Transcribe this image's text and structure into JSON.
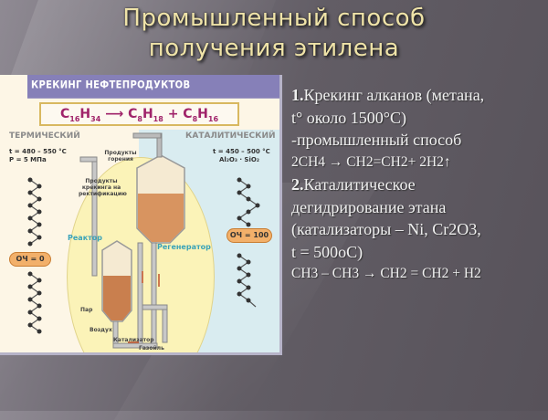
{
  "slide": {
    "title_line1": "Промышленный способ",
    "title_line2": "получения этилена"
  },
  "diagram": {
    "header": "КРЕКИНГ НЕФТЕПРОДУКТОВ",
    "equation": {
      "r1": "C",
      "r1_sub1": "16",
      "r1_h": "H",
      "r1_sub2": "34",
      "arrow": "⟶",
      "p1": "C",
      "p1_sub1": "8",
      "p1_h": "H",
      "p1_sub2": "18",
      "plus": "+",
      "p2": "C",
      "p2_sub1": "8",
      "p2_h": "H",
      "p2_sub2": "16"
    },
    "thermal": {
      "label": "ТЕРМИЧЕСКИЙ",
      "temp": "t = 480 – 550 °C",
      "pressure": "P = 5 МПа",
      "octane": "ОЧ = 0"
    },
    "catalytic": {
      "label": "КАТАЛИТИЧЕСКИЙ",
      "temp": "t = 450 – 500 °C",
      "catalyst": "Al₂O₃ · SiO₂",
      "octane": "ОЧ = 100"
    },
    "labels": {
      "combustion_products": "Продукты горения",
      "cracking_products": "Продукты крекинга на ректификацию",
      "regenerator": "Регенератор",
      "reactor": "Реактор",
      "steam": "Пар",
      "air": "Воздух",
      "catalyst": "Катализатор",
      "gasoil": "Газойль"
    },
    "colors": {
      "header_bg": "#8680b8",
      "equation_text": "#a0246a",
      "label_blue": "#3aa3b8",
      "octane_badge": "#f2b06a"
    }
  },
  "content": {
    "item1_num": "1.",
    "item1_line1": "Крекинг алканов (метана,",
    "item1_line2": "t° около 1500°C)",
    "item1_line3": "-промышленный способ",
    "item1_eq": "2CH4 → CH2=CH2+ 2H2↑",
    "item2_num": "2.",
    "item2_line1": "Каталитическое",
    "item2_line2": "дегидрирование этана",
    "item2_line3": "(катализаторы – Ni, Cr2O3,",
    "item2_line4": "t = 500oC)",
    "item2_eq": "CH3 – CH3 → CH2 = CH2 + H2"
  }
}
